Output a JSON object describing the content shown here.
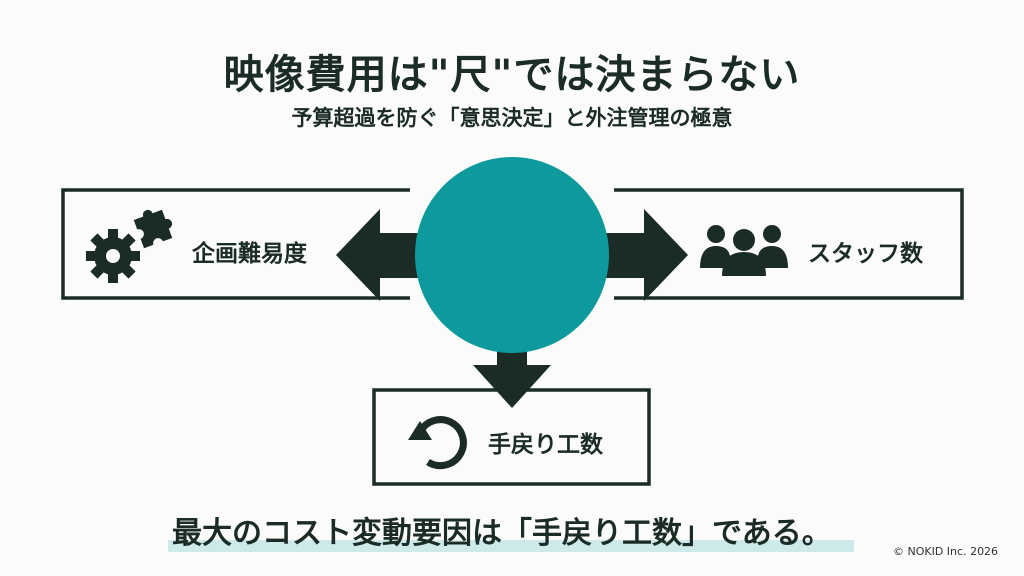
{
  "title": "映像費用は\"尺\"では決まらない",
  "subtitle": "予算超過を防ぐ「意思決定」と外注管理の極意",
  "factors": {
    "left": {
      "label": "企画難易度",
      "icon": "gear-puzzle-icon"
    },
    "right": {
      "label": "スタッフ数",
      "icon": "people-group-icon"
    },
    "bottom": {
      "label": "手戻り工数",
      "icon": "refresh-cycle-icon"
    }
  },
  "conclusion": "最大のコスト変動要因は「手戻り工数」である。",
  "copyright": "© NOKID Inc. 2026",
  "colors": {
    "dark": "#1b2b26",
    "teal": "#0e999c",
    "highlight": "#cde9ea"
  }
}
